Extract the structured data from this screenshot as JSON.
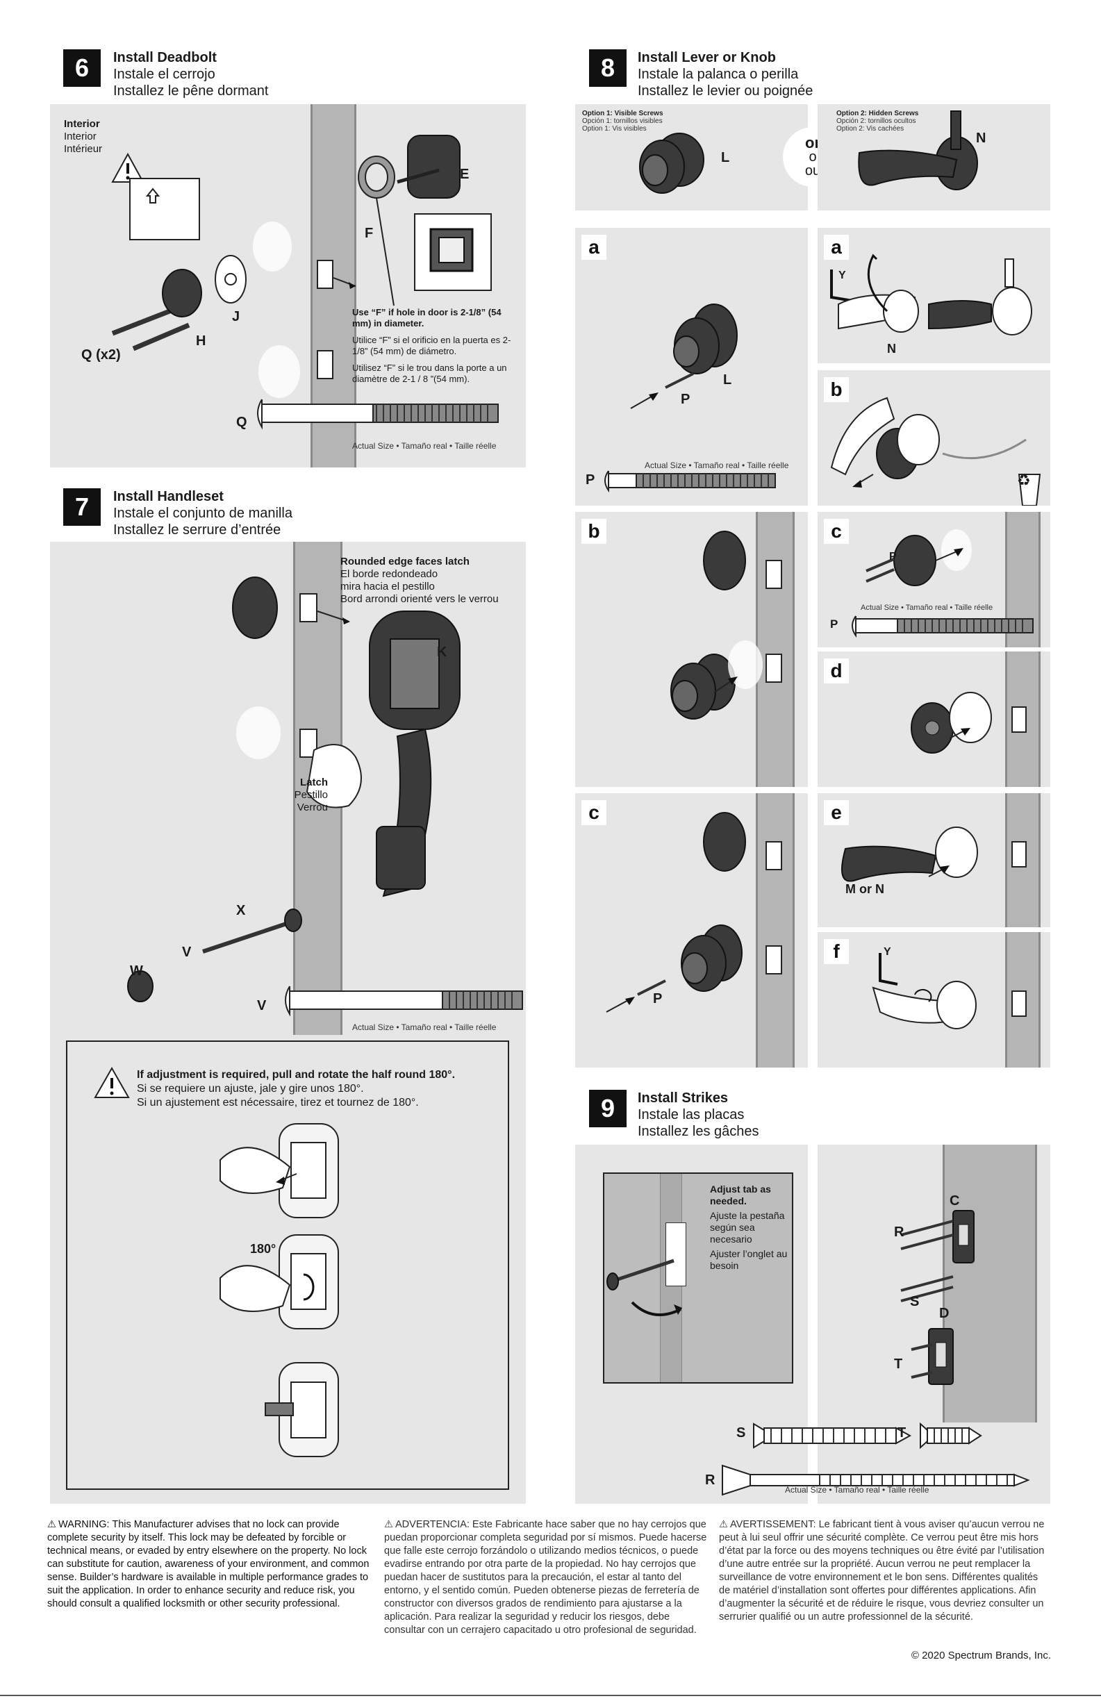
{
  "step6": {
    "num": "6",
    "title_en": "Install Deadbolt",
    "title_es": "Instale el cerrojo",
    "title_fr": "Installez le pêne dormant",
    "interior_en": "Interior",
    "interior_es": "Interior",
    "interior_fr": "Intérieur",
    "parts": {
      "E": "E",
      "F": "F",
      "J": "J",
      "H": "H",
      "Q": "Q",
      "Q_qty": "Q (x2)"
    },
    "note_en": "Use “F” if hole in door is 2-1/8” (54 mm) in diameter.",
    "note_es": "Utilice “F” si el orificio en la puerta es 2-1/8” (54 mm) de diámetro.",
    "note_fr": "Utilisez “F” si le trou dans la porte a un diamètre de 2-1 / 8 ”(54 mm).",
    "actual_size": "Actual Size • Tamaño real • Taille réelle"
  },
  "step7": {
    "num": "7",
    "title_en": "Install Handleset",
    "title_es": "Instale el conjunto de manilla",
    "title_fr": "Installez le serrure d’entrée",
    "rounded_en": "Rounded edge faces latch",
    "rounded_es1": "El borde redondeado",
    "rounded_es2": "mira hacia el pestillo",
    "rounded_fr": "Bord arrondi orienté vers le verrou",
    "latch_en": "Latch",
    "latch_es": "Pestillo",
    "latch_fr": "Verrou",
    "parts": {
      "K": "K",
      "X": "X",
      "V": "V",
      "W": "W",
      "V2": "V"
    },
    "actual_size": "Actual Size • Tamaño real • Taille réelle",
    "warn_en": "If adjustment is required, pull and rotate the half round 180°.",
    "warn_es": "Si se requiere un ajuste, jale y gire unos 180°.",
    "warn_fr": "Si un ajustement est nécessaire, tirez et tournez de 180°.",
    "deg": "180°"
  },
  "step8": {
    "num": "8",
    "title_en": "Install Lever or Knob",
    "title_es": "Instale la palanca o perilla",
    "title_fr": "Installez le levier ou poignée",
    "opt1_en": "Option 1: Visible Screws",
    "opt1_es": "Opción 1: tornillos visibles",
    "opt1_fr": "Option 1: Vis visibles",
    "opt2_en": "Option 2: Hidden Screws",
    "opt2_es": "Opción 2: tornillos ocultos",
    "opt2_fr": "Option 2: Vis cachées",
    "or_en": "or",
    "or_es": "o",
    "or_fr": "ou",
    "parts": {
      "L": "L",
      "N": "N",
      "Y": "Y",
      "P": "P",
      "MorN": "M or N"
    },
    "sub": {
      "a": "a",
      "b": "b",
      "c": "c",
      "d": "d",
      "e": "e",
      "f": "f"
    },
    "actual_size": "Actual Size • Tamaño real • Taille réelle"
  },
  "step9": {
    "num": "9",
    "title_en": "Install Strikes",
    "title_es": "Instale las placas",
    "title_fr": "Installez les gâches",
    "adjust_en": "Adjust tab as needed.",
    "adjust_es": "Ajuste la pestaña según sea necesario",
    "adjust_fr": "Ajuster l’onglet au besoin",
    "parts": {
      "C": "C",
      "R": "R",
      "S": "S",
      "D": "D",
      "T": "T",
      "S2": "S",
      "T2": "T",
      "R2": "R"
    },
    "actual_size": "Actual Size • Tamaño real • Taille réelle"
  },
  "footer": {
    "warning_en": "WARNING: This Manufacturer advises that no lock can provide complete security by itself.  This lock may be defeated by forcible or technical means, or evaded by entry elsewhere on the property.  No lock can substitute for caution, awareness of your environment, and common sense. Builder’s hardware is available in multiple performance grades to suit the application. In order to enhance security and reduce risk, you should consult a qualified locksmith or other security professional.",
    "warning_es": "ADVERTENCIA: Este Fabricante hace saber que no hay cerrojos que puedan proporcionar completa seguridad por sí mismos. Puede hacerse que falle este cerrojo forzándolo o utilizando medios técnicos, o puede evadirse entrando por otra parte de la propiedad.  No hay cerrojos que puedan hacer de sustitutos para la precaución, el estar al tanto del entorno, y el sentido común. Pueden obtenerse piezas de ferretería de constructor con diversos grados de rendimiento para ajustarse a la aplicación. Para realizar la seguridad y reducir los riesgos, debe consultar con un cerrajero capacitado u otro profesional de seguridad.",
    "warning_fr": "AVERTISSEMENT: Le fabricant tient à vous aviser qu’aucun verrou ne peut à lui seul offrir une sécurité complète.  Ce verrou peut être mis hors d’état par la force ou des moyens techniques ou être évité par l’utilisation d’une autre entrée sur la propriété.  Aucun verrou ne peut remplacer la surveillance de votre environnement et le bon sens.  Différentes qualités de matériel d’installation sont offertes pour différentes applications.  Afin d’augmenter la sécurité et de réduire le risque, vous devriez consulter un serrurier qualifié ou un autre professionnel de la sécurité.",
    "copyright": "© 2020 Spectrum Brands, Inc."
  }
}
